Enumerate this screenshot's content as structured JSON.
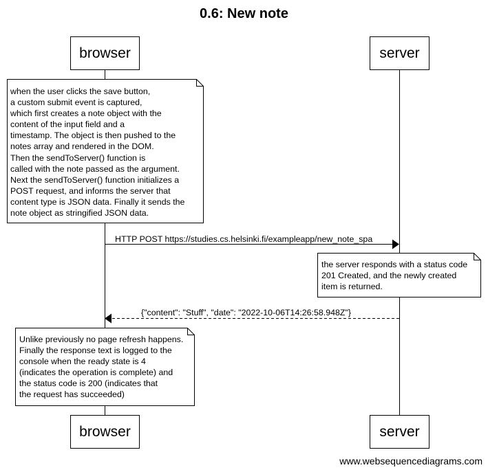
{
  "title": "0.6: New note",
  "participants": {
    "browser": "browser",
    "server": "server"
  },
  "notes": [
    {
      "lines": [
        "when the user clicks the save button,",
        "a custom submit event is captured,",
        "which first creates a note object with the",
        "content of the input field and a",
        "timestamp. The object is then pushed to the",
        "notes array and rendered in the DOM.",
        "Then the sendToServer() function is",
        "called with the note passed as the argument.",
        "Next the sendToServer() function initializes a",
        "POST request, and informs the server that",
        "content type is JSON data. Finally it sends the",
        "note object as stringified JSON data."
      ]
    },
    {
      "lines": [
        "the server responds with a status code",
        "201 Created, and the newly created",
        "item is returned."
      ]
    },
    {
      "lines": [
        "Unlike previously no page refresh happens.",
        "Finally the response text is logged to the",
        "console when the ready state is 4",
        "(indicates the operation is complete) and",
        "the status code is 200 (indicates that",
        "the request has succeeded)"
      ]
    }
  ],
  "messages": [
    {
      "label": "HTTP POST https://studies.cs.helsinki.fi/exampleapp/new_note_spa",
      "from": "browser",
      "to": "server",
      "style": "solid"
    },
    {
      "label": "{\"content\": \"Stuff\", \"date\": \"2022-10-06T14:26:58.948Z\"}",
      "from": "server",
      "to": "browser",
      "style": "dashed"
    }
  ],
  "footer": "www.websequencediagrams.com"
}
